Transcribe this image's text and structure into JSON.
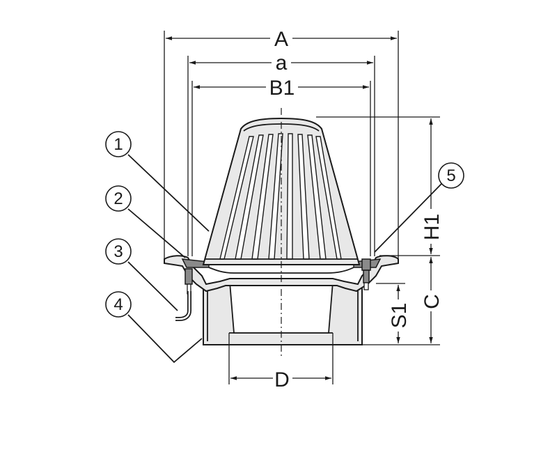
{
  "dimensions": {
    "A": "A",
    "a": "a",
    "B1": "B1",
    "H1": "H1",
    "C": "C",
    "S1": "S1",
    "D": "D"
  },
  "callouts": [
    "1",
    "2",
    "3",
    "4",
    "5"
  ]
}
